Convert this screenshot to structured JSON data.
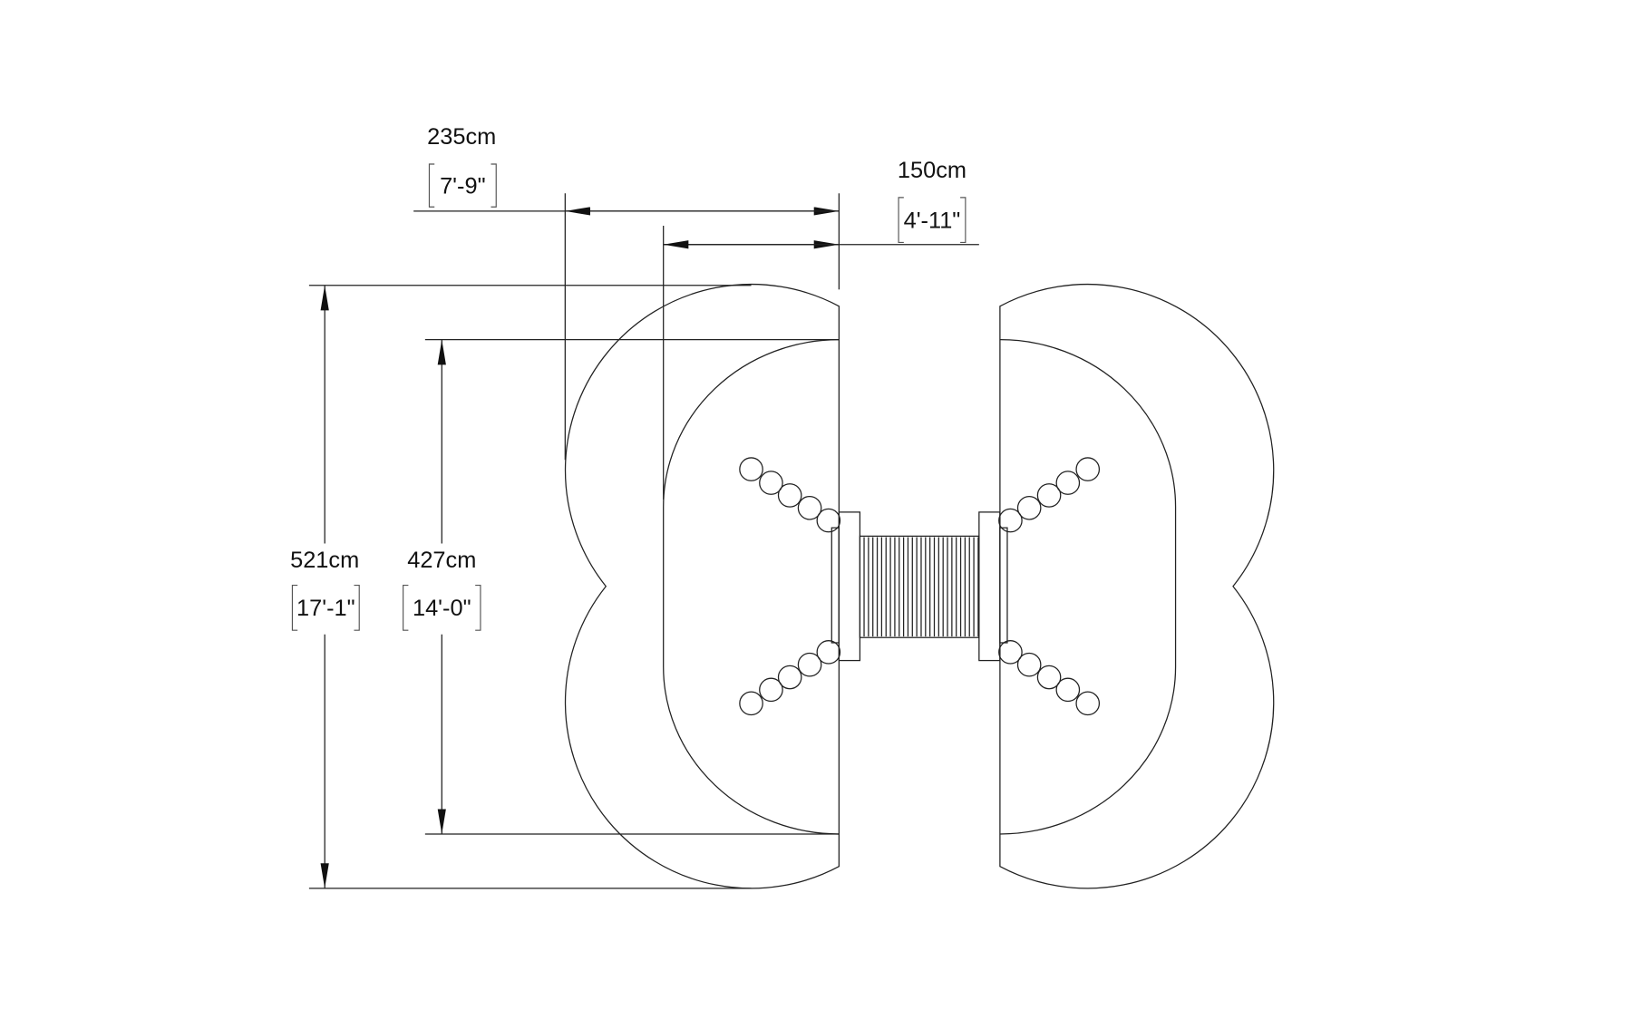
{
  "dimensions": {
    "outer_width": {
      "metric": "235cm",
      "imperial": "7'-9\""
    },
    "inner_width": {
      "metric": "150cm",
      "imperial": "4'-11\""
    },
    "outer_length": {
      "metric": "521cm",
      "imperial": "17'-1\""
    },
    "inner_length": {
      "metric": "427cm",
      "imperial": "14'-0\""
    }
  }
}
